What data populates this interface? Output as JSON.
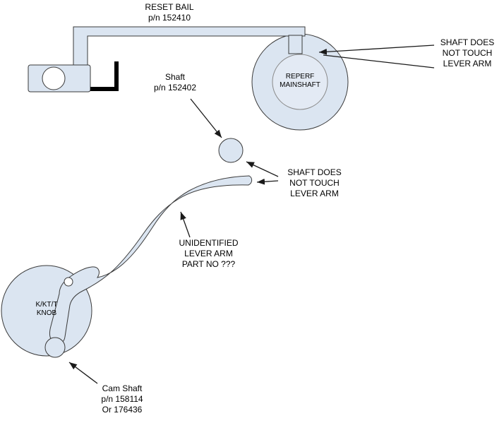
{
  "diagram": {
    "title": "Teletype reset bail / lever arm parts diagram",
    "labels": {
      "reset_bail": "RESET BAIL\np/n 152410",
      "shaft_not_touch_top": "SHAFT DOES\nNOT TOUCH\nLEVER ARM",
      "reperf_mainshaft": "REPERF\nMAINSHAFT",
      "shaft": "Shaft\np/n 152402",
      "shaft_not_touch_mid": "SHAFT DOES\nNOT TOUCH\nLEVER ARM",
      "unidentified_lever": "UNIDENTIFIED\nLEVER ARM\nPART NO ???",
      "knob": "K/KT/T\nKNOB",
      "cam_shaft": "Cam Shaft\np/n 158114\nOr 176436"
    },
    "colors": {
      "shape_fill": "#dbe5f1",
      "shape_fill_light": "#e3eaf4",
      "shape_stroke": "#3a3a3a",
      "arrow": "#1a1a1a",
      "text": "#000000",
      "background": "#ffffff"
    }
  }
}
